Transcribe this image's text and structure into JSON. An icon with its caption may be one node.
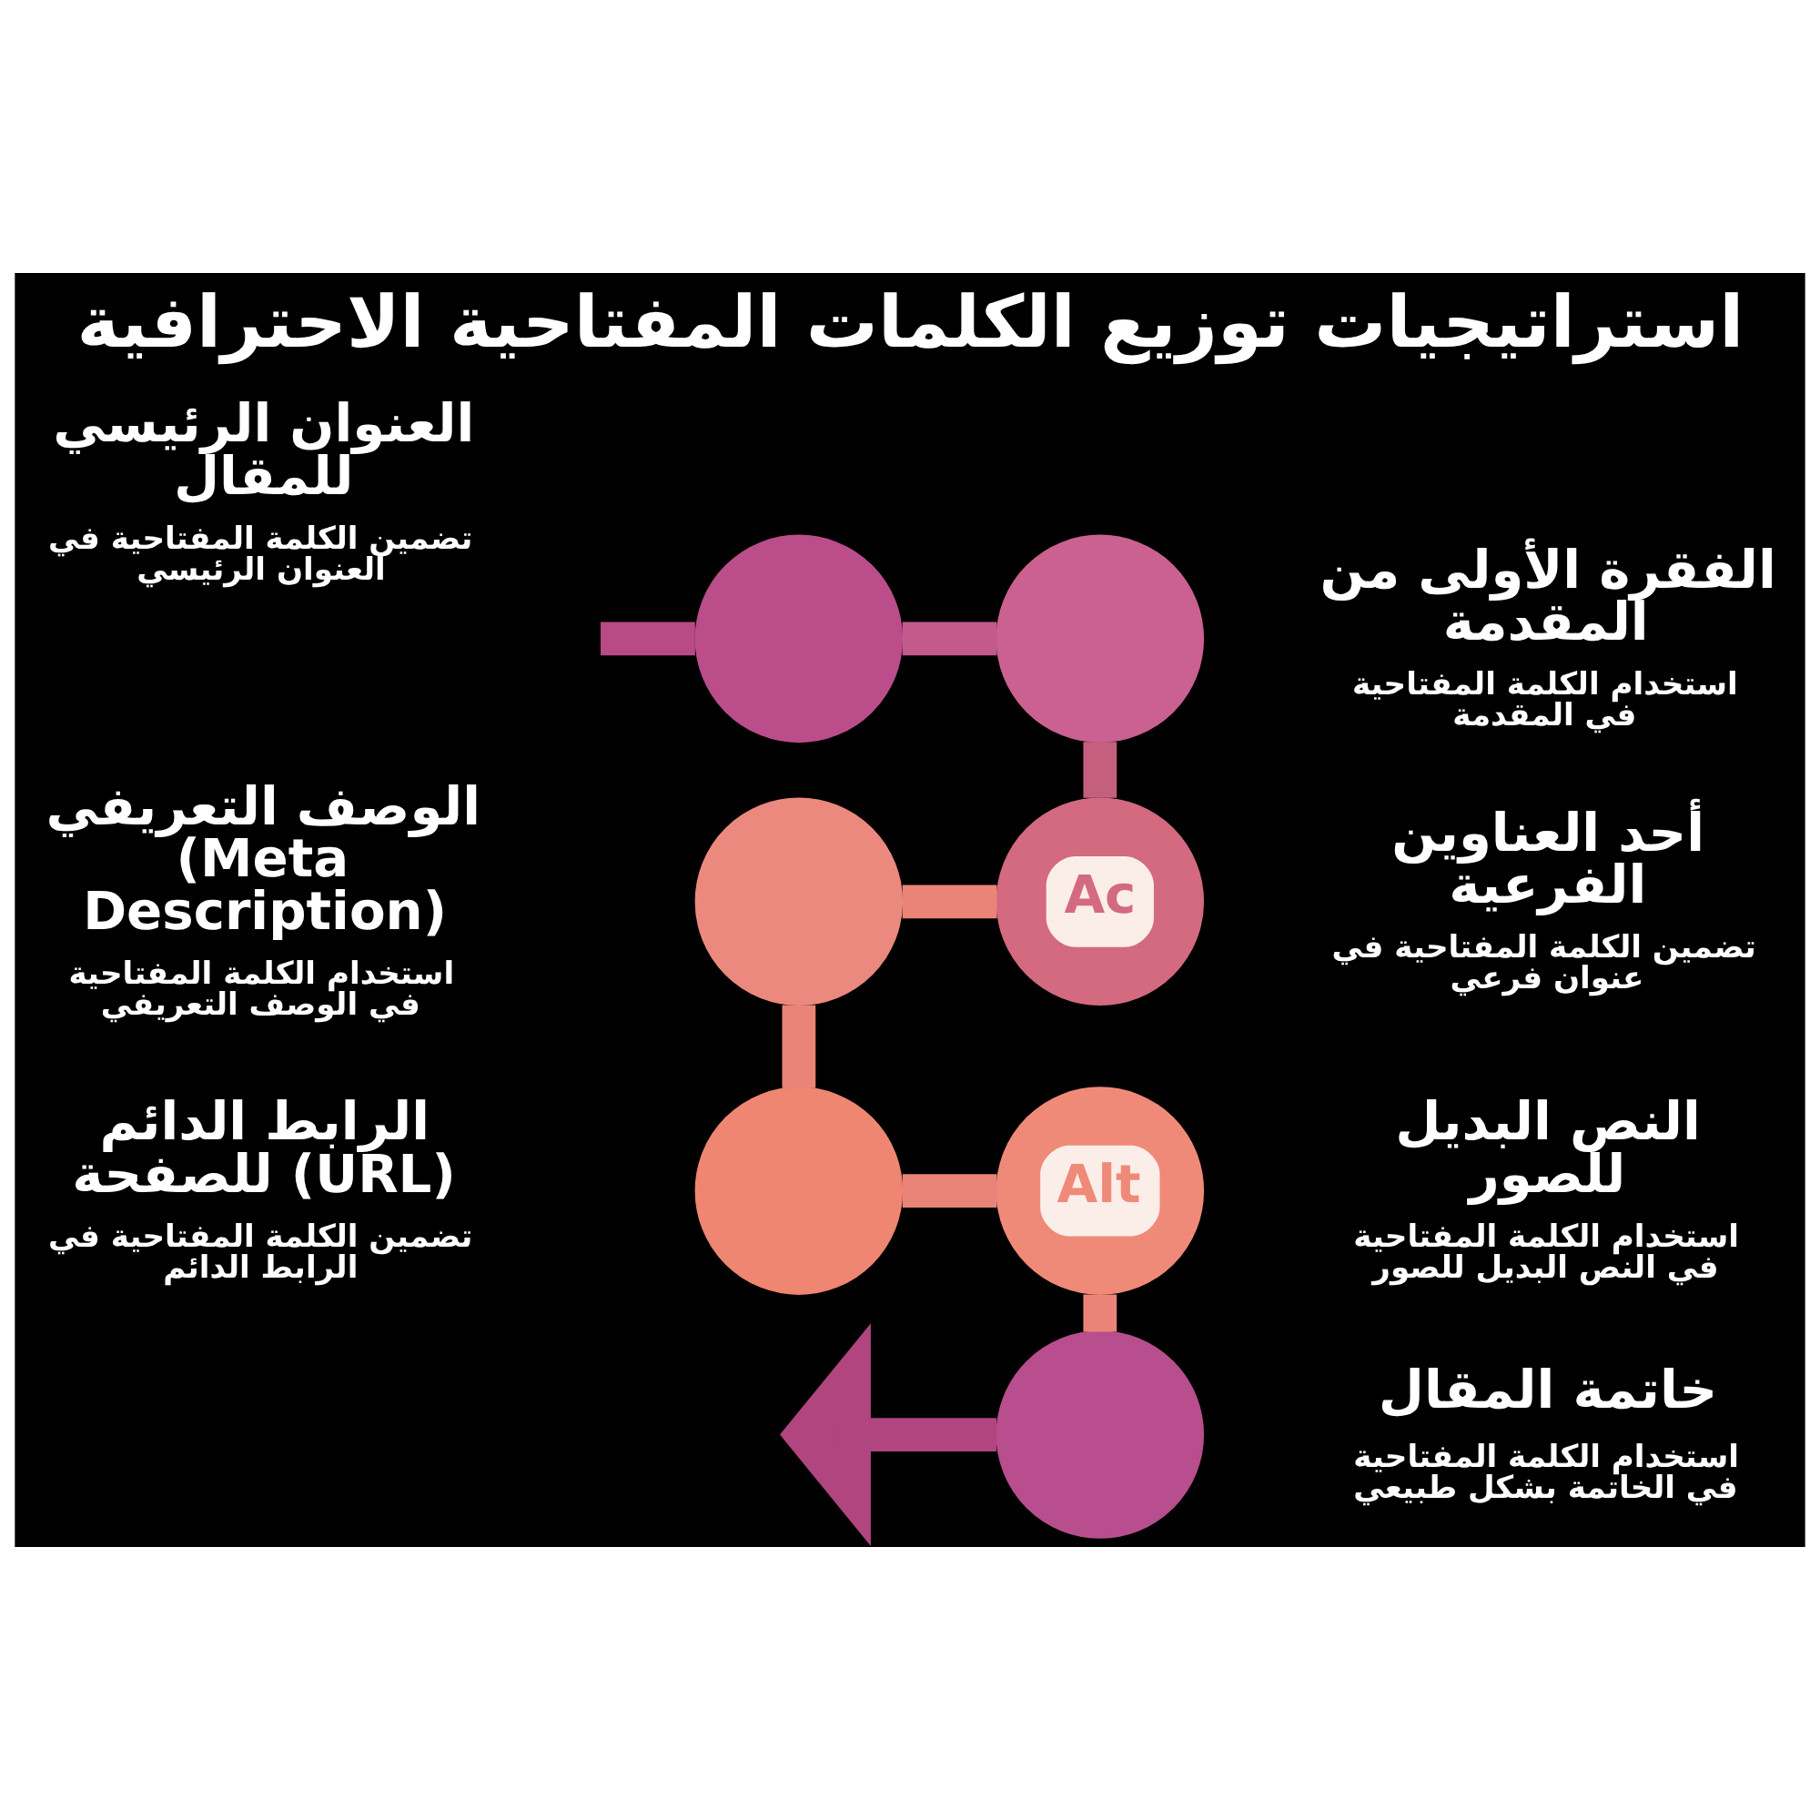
{
  "diagram": {
    "title": "استراتيجيات توزيع الكلمات المفتاحية الاحترافية",
    "nodes": [
      {
        "text": [],
        "shape": "circle",
        "beside": [
          "العنوان الرئيسي للمقال",
          "تضمين الكلمة المفتاحية في العنوان الرئيسي"
        ]
      },
      {
        "text": [],
        "shape": "circle",
        "beside": [
          "الفقرة الأولى من المقدمة",
          "استخدام الكلمة المفتاحية في المقدمة"
        ]
      },
      {
        "text": [
          "Ac"
        ],
        "beside": [
          "أحد العناوين الفرعية",
          "تضمين الكلمة المفتاحية في عنوان فرعي"
        ]
      },
      {
        "text": [],
        "shape": "circle",
        "beside": [
          "الوصف التعريفي (Meta Description)",
          "استخدام الكلمة المفتاحية في الوصف التعريفي"
        ]
      },
      {
        "text": [],
        "shape": "circle",
        "beside": [
          "الرابط الدائم للصفحة (URL)",
          "تضمين الكلمة المفتاحية في الرابط الدائم"
        ]
      },
      {
        "text": [
          "Alt"
        ],
        "beside": [
          "النص البديل للصور",
          "استخدام الكلمة المفتاحية في النص البديل للصور"
        ]
      },
      {
        "text": [],
        "shape": "circle",
        "beside": [
          "خاتمة المقال",
          "استخدام الكلمة المفتاحية في الخاتمة بشكل طبيعي"
        ]
      }
    ],
    "edges": [
      {
        "from": null,
        "to": 0,
        "arrow": "none",
        "color": "#b84a86"
      },
      {
        "from": 0,
        "to": 1,
        "arrow": "none",
        "color": "#c25a8c"
      },
      {
        "from": 1,
        "to": 2,
        "arrow": "none",
        "color": "#c4607e"
      },
      {
        "from": 2,
        "to": 3,
        "arrow": "none"
      },
      {
        "from": 3,
        "to": 4,
        "arrow": "none"
      },
      {
        "from": 4,
        "to": 5,
        "arrow": "none"
      },
      {
        "from": 5,
        "to": 6,
        "arrow": "none"
      },
      {
        "from": 6,
        "to": null,
        "arrow": "to",
        "color": "#b0457f"
      }
    ]
  }
}
